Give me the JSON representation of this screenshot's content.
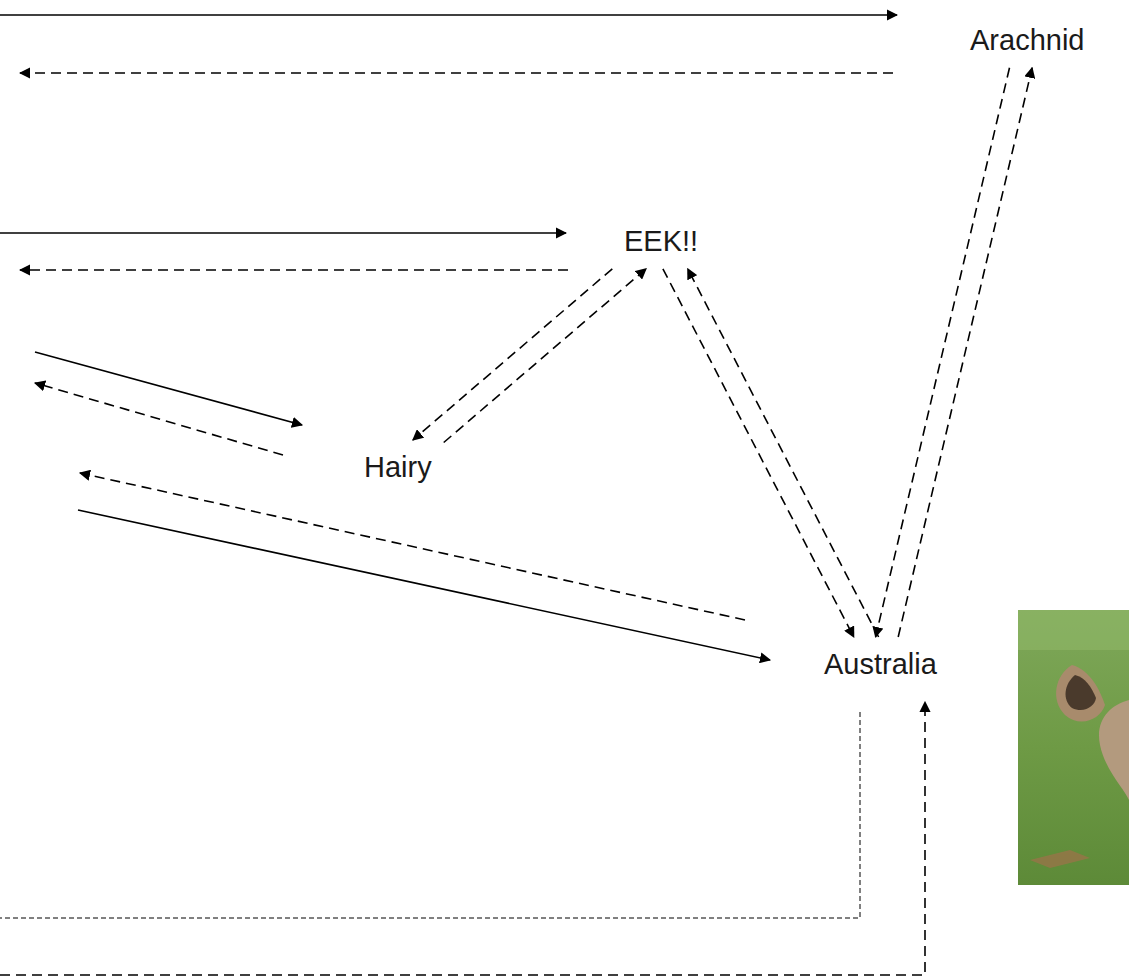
{
  "diagram": {
    "nodes": [
      {
        "text": [
          "Arachnid"
        ]
      },
      {
        "text": [
          "EEK!!"
        ]
      },
      {
        "text": [
          "Hairy"
        ]
      },
      {
        "text": [
          "Australia"
        ]
      }
    ],
    "edges": [
      {
        "from": 2,
        "to": 1,
        "arrow": "to"
      },
      {
        "from": 1,
        "to": 2,
        "arrow": "to"
      },
      {
        "from": 1,
        "to": 3,
        "arrow": "to"
      },
      {
        "from": 3,
        "to": 1,
        "arrow": "to"
      },
      {
        "from": 0,
        "to": 3,
        "arrow": "to"
      },
      {
        "from": 3,
        "to": 0,
        "arrow": "to"
      }
    ]
  }
}
